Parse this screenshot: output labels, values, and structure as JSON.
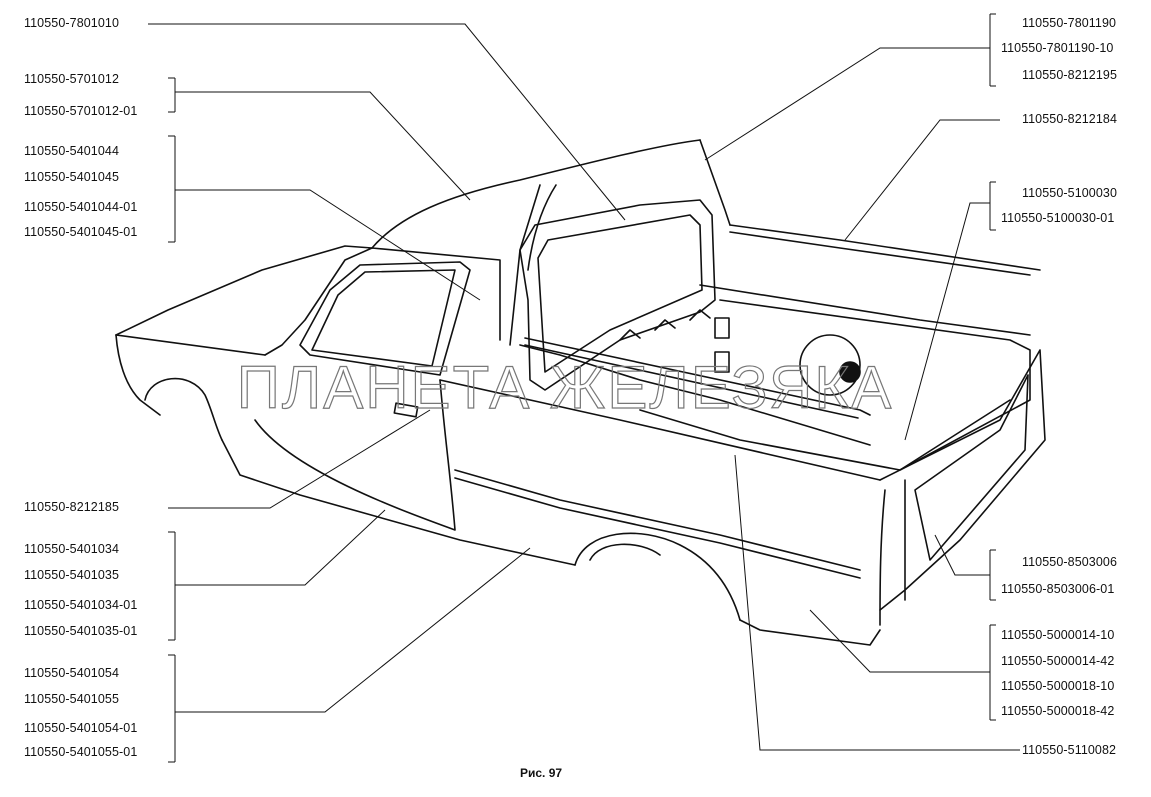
{
  "caption": "Рис. 97",
  "watermark": "ПЛАНЕТА ЖЕЛЕЗЯКА",
  "left_labels": {
    "l1": "110550-7801010",
    "g2": [
      "110550-5701012",
      "110550-5701012-01"
    ],
    "g3": [
      "110550-5401044",
      "110550-5401045",
      "110550-5401044-01",
      "110550-5401045-01"
    ],
    "l4": "110550-8212185",
    "g5": [
      "110550-5401034",
      "110550-5401035",
      "110550-5401034-01",
      "110550-5401035-01"
    ],
    "g6": [
      "110550-5401054",
      "110550-5401055",
      "110550-5401054-01",
      "110550-5401055-01"
    ]
  },
  "right_labels": {
    "g1": [
      "110550-7801190",
      "110550-7801190-10",
      "110550-8212195"
    ],
    "l2": "110550-8212184",
    "g3": [
      "110550-5100030",
      "110550-5100030-01"
    ],
    "g4": [
      "110550-8503006",
      "110550-8503006-01"
    ],
    "g5": [
      "110550-5000014-10",
      "110550-5000014-42",
      "110550-5000018-10",
      "110550-5000018-42"
    ],
    "l6": "110550-5110082"
  }
}
